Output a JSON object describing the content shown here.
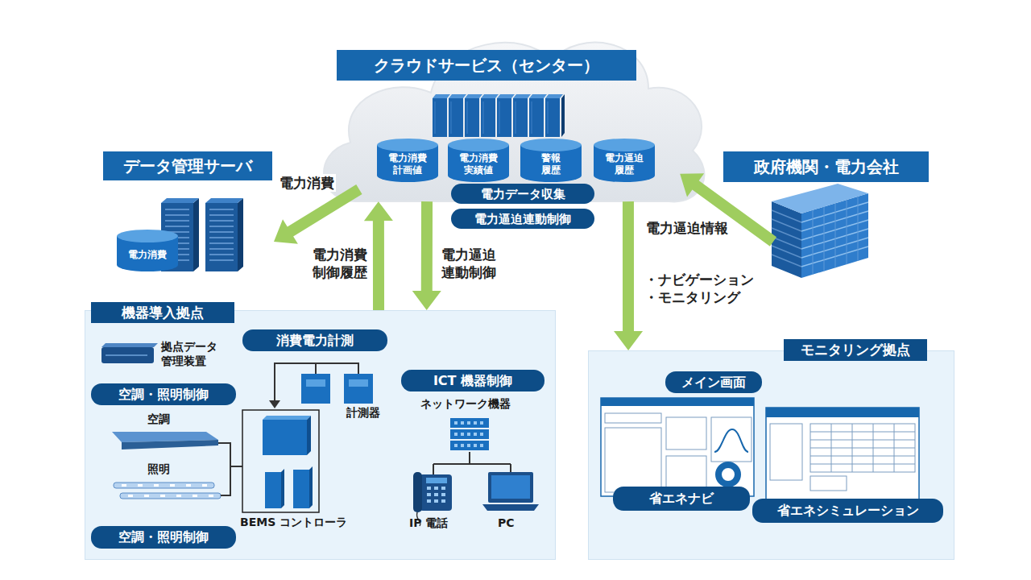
{
  "diagram": {
    "nodes": [
      {
        "text": [
          "クラウドサービス（センター）"
        ]
      },
      {
        "text": [
          "電力消費 計画値"
        ],
        "in": 0
      },
      {
        "text": [
          "電力消費 実績値"
        ],
        "in": 0
      },
      {
        "text": [
          "警報 履歴"
        ],
        "in": 0
      },
      {
        "text": [
          "電力逼迫 履歴"
        ],
        "in": 0
      },
      {
        "text": [
          "電力データ収集"
        ],
        "in": 0
      },
      {
        "text": [
          "電力逼迫連動制御"
        ],
        "in": 0
      },
      {
        "text": [
          "データ管理サーバ"
        ]
      },
      {
        "text": [
          "電力消費"
        ],
        "in": 7
      },
      {
        "text": [
          "政府機関・電力会社"
        ]
      },
      {
        "text": [
          "機器導入拠点"
        ]
      },
      {
        "text": [
          "消費電力計測"
        ],
        "in": 10
      },
      {
        "text": [
          "空調・照明制御"
        ],
        "in": 10
      },
      {
        "text": [
          "ICT 機器制御"
        ],
        "in": 10
      },
      {
        "text": [
          "空調・照明制御"
        ],
        "in": 10
      },
      {
        "text": [
          "モニタリング拠点"
        ]
      },
      {
        "text": [
          "メイン画面"
        ],
        "in": 15
      },
      {
        "text": [
          "省エネナビ"
        ],
        "in": 15
      },
      {
        "text": [
          "省エネシミュレーション"
        ],
        "in": 15
      }
    ],
    "edges": [
      {
        "from": 0,
        "to": 7,
        "label": "電力消費",
        "arrow": "to"
      },
      {
        "from": 10,
        "to": 0,
        "label": "電力消費 制御履歴",
        "arrow": "to"
      },
      {
        "from": 0,
        "to": 10,
        "label": "電力逼迫 連動制御",
        "arrow": "to"
      },
      {
        "from": 0,
        "to": 15,
        "label": "・ナビゲーション ・モニタリング",
        "arrow": "to"
      },
      {
        "from": 9,
        "to": 0,
        "label": "電力逼迫情報",
        "arrow": "to"
      }
    ],
    "labels": [
      "拠点データ 管理装置",
      "空調",
      "照明",
      "計測器",
      "BEMS コントローラ",
      "ネットワーク機器",
      "IP 電話",
      "PC"
    ]
  }
}
